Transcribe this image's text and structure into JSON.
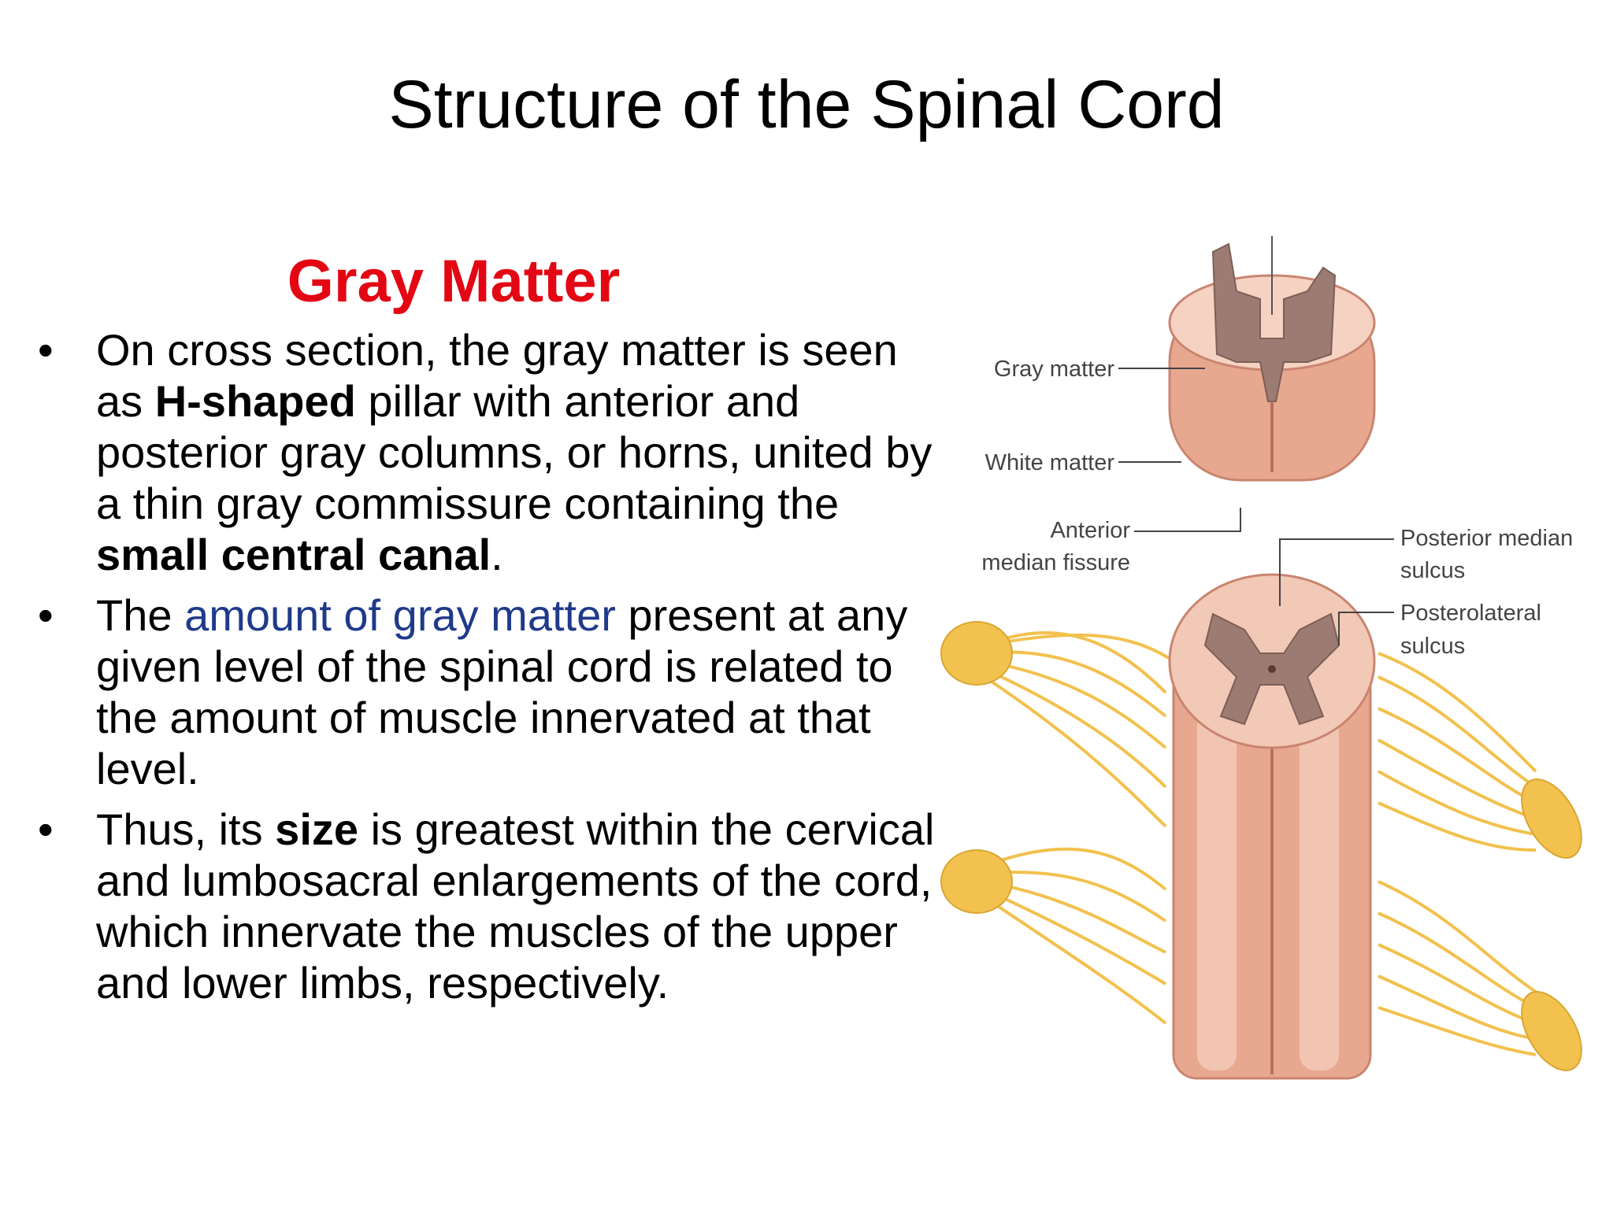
{
  "slide": {
    "title": "Structure of the Spinal Cord",
    "subtitle": "Gray Matter",
    "bullet_marker": "•",
    "colors": {
      "subtitle": "#e30613",
      "highlight": "#1f3a8a",
      "text": "#000000"
    },
    "bullets": [
      {
        "parts": [
          {
            "text": "On cross section, the gray matter is seen as ",
            "style": "normal"
          },
          {
            "text": "H-shaped",
            "style": "bold"
          },
          {
            "text": " pillar with anterior and posterior gray columns, or horns, united by a thin gray commissure containing the ",
            "style": "normal"
          },
          {
            "text": "small central canal",
            "style": "bold"
          },
          {
            "text": ".",
            "style": "normal"
          }
        ]
      },
      {
        "parts": [
          {
            "text": "The ",
            "style": "normal"
          },
          {
            "text": "amount of gray matter",
            "style": "highlight"
          },
          {
            "text": " present at any given level of the spinal cord is related to the amount of muscle innervated at that level.",
            "style": "normal"
          }
        ]
      },
      {
        "parts": [
          {
            "text": "Thus, its ",
            "style": "normal"
          },
          {
            "text": "size",
            "style": "bold"
          },
          {
            "text": " is greatest within the cervical and lumbosacral enlargements of the cord, which innervate the muscles of the upper and lower limbs, respectively.",
            "style": "normal"
          }
        ]
      }
    ]
  },
  "figure": {
    "labels": {
      "gray_matter": "Gray matter",
      "white_matter": "White matter",
      "anterior_1": "Anterior",
      "anterior_2": "median fissure",
      "posterior_median_1": "Posterior median",
      "posterior_median_2": "sulcus",
      "posterolateral_1": "Posterolateral",
      "posterolateral_2": "sulcus"
    },
    "colors": {
      "cord": "#e8a890",
      "cord_light": "#f6d2c2",
      "gray": "#9c7b72",
      "nerve": "#f2c14e"
    }
  }
}
